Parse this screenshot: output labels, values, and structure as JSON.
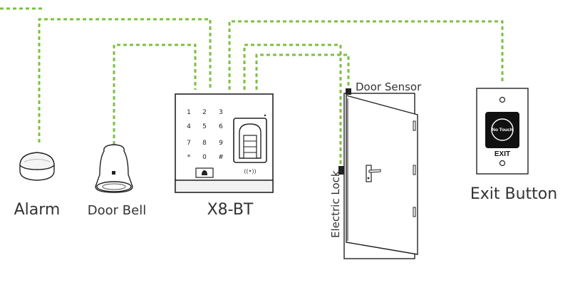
{
  "labels": {
    "alarm": "Alarm",
    "door_bell": "Door Bell",
    "device": "X8-BT",
    "door_sensor": "Door Sensor",
    "electric_lock": "Electric Lock",
    "exit_button": "Exit Button"
  },
  "keypad": {
    "keys": [
      "1",
      "2",
      "3",
      "4",
      "5",
      "6",
      "7",
      "8",
      "9",
      "*",
      "0",
      "#"
    ],
    "rfid_symbol": "((•))"
  },
  "exit_switch": {
    "touch_text": "No Touch",
    "exit_text": "EXIT"
  },
  "colors": {
    "wire": "#7cc142",
    "outline": "#222222",
    "label": "#333333",
    "button_face": "#111111"
  }
}
